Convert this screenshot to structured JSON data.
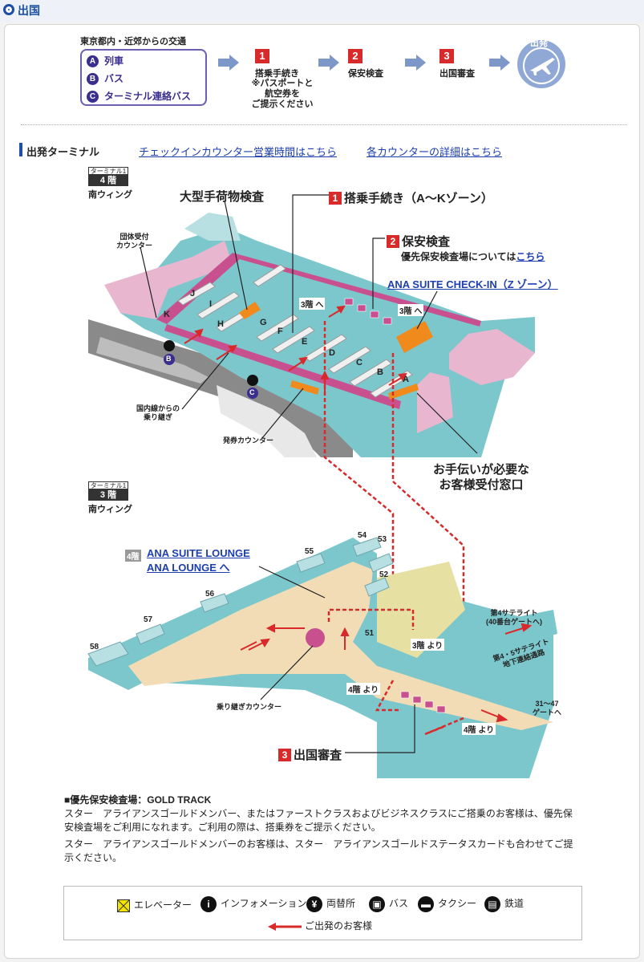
{
  "header": {
    "title": "出国"
  },
  "flow": {
    "transport_title": "東京都内・近郊からの交通",
    "transport": [
      {
        "badge": "A",
        "label": "列車"
      },
      {
        "badge": "B",
        "label": "バス"
      },
      {
        "badge": "C",
        "label": "ターミナル連絡バス"
      }
    ],
    "steps": [
      {
        "num": "1",
        "label": "搭乗手続き",
        "note": [
          "※パスポートと",
          "航空券を",
          "ご提示ください"
        ]
      },
      {
        "num": "2",
        "label": "保安検査"
      },
      {
        "num": "3",
        "label": "出国審査"
      }
    ],
    "depart_label": "出発"
  },
  "section": {
    "title": "出発ターミナル",
    "link1": "チェックインカウンター営業時間はこちら",
    "link2": "各カウンターの詳細はこちら"
  },
  "floor4": {
    "tag_top": "ターミナル1",
    "tag_main": "4 階",
    "wing": "南ウィング"
  },
  "floor3": {
    "tag_top": "ターミナル1",
    "tag_main": "3 階",
    "wing": "南ウィング"
  },
  "map4": {
    "large_baggage": "大型手荷物検査",
    "checkin_num": "1",
    "checkin": "搭乗手続き（A～Kゾーン）",
    "security_num": "2",
    "security": "保安検査",
    "priority_text": "優先保安検査場については",
    "priority_link": "こちら",
    "suite_checkin": "ANA SUITE CHECK-IN（Z ゾーン）",
    "group_counter": [
      "団体受付",
      "カウンター"
    ],
    "domestic_transfer": [
      "国内線からの",
      "乗り継ぎ"
    ],
    "ticket_counter": "発券カウンター",
    "assist": [
      "お手伝いが必要な",
      "お客様受付窓口"
    ],
    "floor3_arrow_a": "3階 へ",
    "floor3_arrow_b": "3階 へ",
    "zones": [
      "K",
      "J",
      "I",
      "H",
      "G",
      "F",
      "E",
      "D",
      "C",
      "B",
      "A"
    ],
    "bus_b": "B",
    "bus_c": "C"
  },
  "map3": {
    "lounge_floor": "4階",
    "lounge1": "ANA SUITE LOUNGE",
    "lounge2": "ANA LOUNGE へ",
    "gates": [
      "54",
      "53",
      "55",
      "52",
      "56",
      "57",
      "58",
      "51"
    ],
    "satellite4": [
      "第4サテライト",
      "(40番台ゲートへ)"
    ],
    "satellite45": [
      "第4・5サテライト",
      "地下連絡通路"
    ],
    "from3": "3階 より",
    "from4a": "4階 より",
    "from4b": "4階 より",
    "gates_31_47": [
      "31～47",
      "ゲートへ"
    ],
    "transfer_counter": "乗り継ぎカウンター",
    "immigration_num": "3",
    "immigration": "出国審査"
  },
  "gold": {
    "title": "■優先保安検査場：GOLD TRACK",
    "p1": "スター　アライアンスゴールドメンバー、またはファーストクラスおよびビジネスクラスにご搭乗のお客様は、優先保安検査場をご利用になれます。ご利用の際は、搭乗券をご提示ください。",
    "p2": "スター　アライアンスゴールドメンバーのお客様は、スター　アライアンスゴールドステータスカードも合わせてご提示ください。"
  },
  "legend": {
    "elevator": "エレベーター",
    "info": "インフォメーション",
    "exchange": "両替所",
    "bus": "バス",
    "taxi": "タクシー",
    "rail": "鉄道",
    "route": "ご出発のお客様"
  },
  "colors": {
    "brand": "#1d4fa6",
    "step_red": "#d82a2a",
    "map_teal": "#7cc7cc",
    "map_pink": "#c9508f",
    "map_orange": "#f08a1c"
  }
}
